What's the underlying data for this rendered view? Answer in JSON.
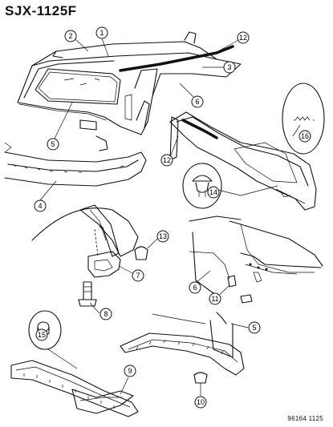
{
  "header": {
    "code": "SJX-1125F"
  },
  "footer": {
    "code": "96164  1125"
  },
  "callouts": [
    {
      "id": "c1",
      "label": "1"
    },
    {
      "id": "c2",
      "label": "2"
    },
    {
      "id": "c3",
      "label": "3"
    },
    {
      "id": "c4",
      "label": "4"
    },
    {
      "id": "c5a",
      "label": "5"
    },
    {
      "id": "c5b",
      "label": "5"
    },
    {
      "id": "c6a",
      "label": "6"
    },
    {
      "id": "c6b",
      "label": "6"
    },
    {
      "id": "c7",
      "label": "7"
    },
    {
      "id": "c8",
      "label": "8"
    },
    {
      "id": "c9",
      "label": "9"
    },
    {
      "id": "c10",
      "label": "10"
    },
    {
      "id": "c11",
      "label": "11"
    },
    {
      "id": "c12a",
      "label": "12"
    },
    {
      "id": "c12b",
      "label": "12"
    },
    {
      "id": "c13",
      "label": "13"
    },
    {
      "id": "c14",
      "label": "14"
    },
    {
      "id": "c15",
      "label": "15"
    },
    {
      "id": "c16",
      "label": "16"
    }
  ]
}
